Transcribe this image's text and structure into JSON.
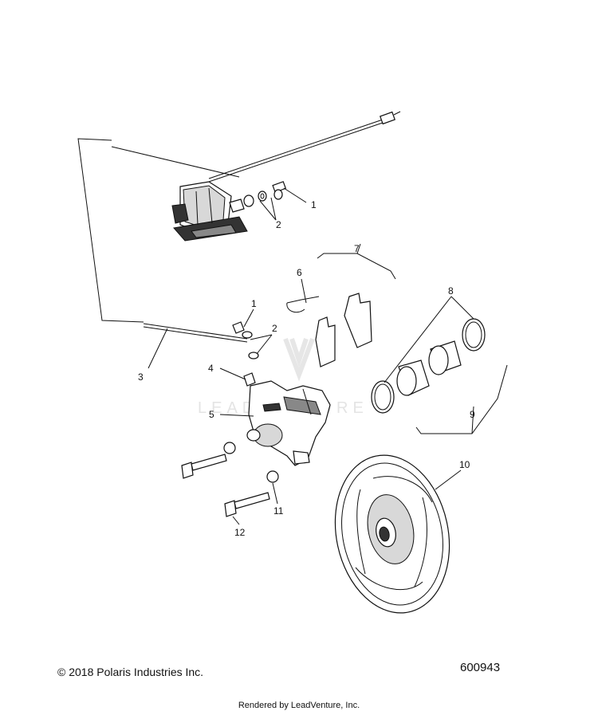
{
  "callouts": {
    "c1a": "1",
    "c2a": "2",
    "c1b": "1",
    "c2b": "2",
    "c3": "3",
    "c4": "4",
    "c5": "5",
    "c6": "6",
    "c7": "7",
    "c8": "8",
    "c9": "9",
    "c10": "10",
    "c11": "11",
    "c12": "12"
  },
  "watermark": "LEADVENTURE",
  "footer": {
    "copyright": "© 2018 Polaris Industries Inc.",
    "diagram_id": "600943",
    "rendered_by": "Rendered by LeadVenture, Inc."
  }
}
